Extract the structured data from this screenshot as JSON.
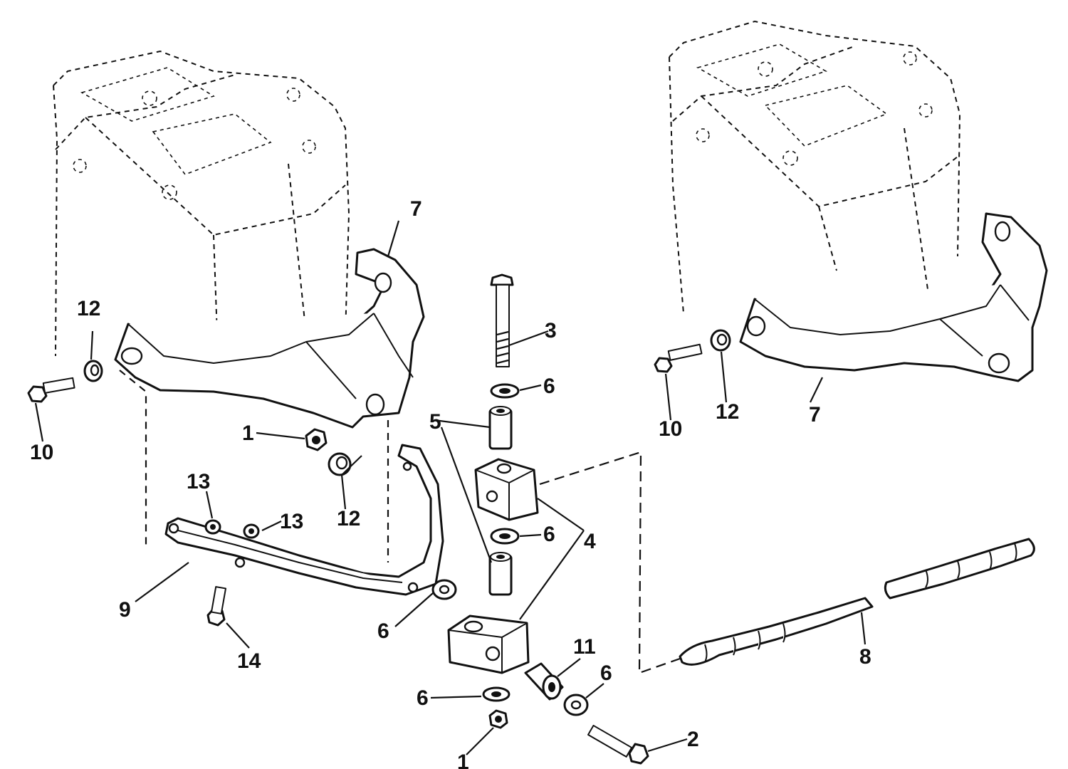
{
  "diagram": {
    "callouts": {
      "c1a": "1",
      "c1b": "1",
      "c2": "2",
      "c3": "3",
      "c4": "4",
      "c5": "5",
      "c6a": "6",
      "c6b": "6",
      "c6c": "6",
      "c6d": "6",
      "c6e": "6",
      "c7a": "7",
      "c7b": "7",
      "c8": "8",
      "c9": "9",
      "c10a": "10",
      "c10b": "10",
      "c11": "11",
      "c12a": "12",
      "c12b": "12",
      "c12c": "12",
      "c13a": "13",
      "c13b": "13",
      "c14": "14"
    }
  }
}
